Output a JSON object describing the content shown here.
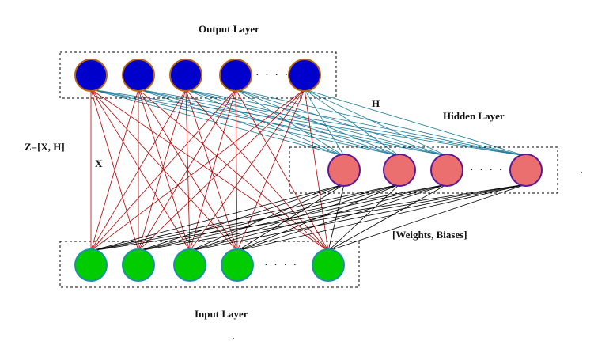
{
  "labels": {
    "output_layer": "Output Layer",
    "hidden_layer": "Hidden Layer",
    "input_layer": "Input Layer",
    "z_label": "Z=[X, H]",
    "x_label": "X",
    "h_label": "H",
    "weights_biases": "[Weights, Biases]",
    "ellipsis": "· · · ·"
  },
  "colors": {
    "output_fill": "#0000cc",
    "output_stroke": "#b8660b",
    "hidden_fill": "#ec6f6f",
    "hidden_stroke": "#5a189a",
    "input_fill": "#00cc00",
    "input_stroke": "#1f8fa8",
    "output_to_hidden_edge": "#1a7a99",
    "output_to_input_edge": "#b00000",
    "hidden_to_input_edge": "#000000"
  },
  "layers": {
    "output_nodes": 5,
    "hidden_nodes": 4,
    "input_nodes": 5
  }
}
